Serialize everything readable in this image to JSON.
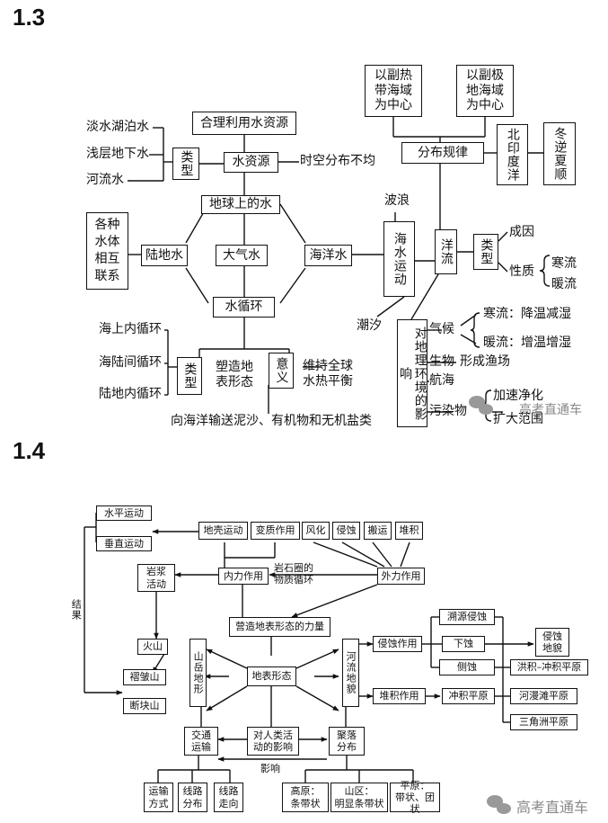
{
  "section_13": "1.3",
  "d13": {
    "heli_liyong": "合理利用水资源",
    "danshui": "淡水湖泊水",
    "qiancen": "浅层地下水",
    "heliu_shui": "河流水",
    "leixing": "类型",
    "shuiziyuan": "水资源",
    "shikong": "时空分布不均",
    "diqiu_shui": "地球上的水",
    "gezhong": "各种\n水体\n相互\n联系",
    "ludishui": "陆地水",
    "daqishui": "大气水",
    "haiyangshui": "海洋水",
    "shuixunhuan": "水循环",
    "haishang": "海上内循环",
    "hailu": "海陆间循环",
    "ludinei": "陆地内循环",
    "leixing2": "类型",
    "suzao": "塑造地\n表形态",
    "yiyi": "意义",
    "weichi": "维持全球\n水热平衡",
    "xiang_haiyang": "向海洋输送泥沙、有机物和无机盐类",
    "fubure": "以副热\n带海域\n为中心",
    "fuji": "以副极\n地海域\n为中心",
    "fenbu": "分布规律",
    "beiyin": "北印度洋",
    "dongni": "冬逆夏顺",
    "bolang": "波浪",
    "haishui_yundong": "海水运动",
    "yangliu": "洋流",
    "chaoxi": "潮汐",
    "leixing3": "类型",
    "chengyin": "成因",
    "xingzhi": "性质",
    "hanliu": "寒流",
    "nuanliu": "暖流",
    "yingxiang": "对地理环境的影响",
    "qihou": "气候",
    "hanliu_jw": "寒流：降温减湿",
    "nuanliu_zw": "暖流：增温增湿",
    "shengwu": "生物",
    "xingcheng": "形成渔场",
    "hanghai": "航海",
    "wuranwu": "污染物",
    "jiasu": "加速净化",
    "kuoda": "扩大范围"
  },
  "section_14": "1.4",
  "d14": {
    "shuiping": "水平运动",
    "chuizhi": "垂直运动",
    "diqiao": "地壳运动",
    "bianzhi": "变质作用",
    "fenghua": "风化",
    "qinshi": "侵蚀",
    "banyun": "搬运",
    "duiji": "堆积",
    "yanjiang": "岩浆\n活动",
    "neili": "内力作用",
    "yanshiquan": "岩石圈的\n物质循环",
    "waili": "外力作用",
    "jieguo": "结果",
    "huoshan": "火山",
    "yingzao": "营造地表形态的力量",
    "suyuan": "溯源侵蚀",
    "xiashi": "下蚀",
    "ceshi": "侧蚀",
    "qinshi_dimao": "侵蚀\n地貌",
    "qinshi_zuoyong": "侵蚀作用",
    "shanyue": "山岳地形",
    "heliu_dimao": "河流地貌",
    "zhezhou": "褶皱山",
    "duankuai": "断块山",
    "dibiao": "地表形态",
    "duiji_zuoyong": "堆积作用",
    "chongji": "冲积平原",
    "hongji": "洪积–冲积平原",
    "heman": "河漫滩平原",
    "sanjiaozhou": "三角洲平原",
    "jiaotong": "交通\n运输",
    "duirenlei": "对人类活\n动的影响",
    "juluo": "聚落\n分布",
    "yingxiang_label": "影响",
    "yunshu": "运输\n方式",
    "xianlu_fb": "线路\n分布",
    "xianlu_zx": "线路\n走向",
    "gaoyuan": "高原：\n条带状",
    "shanqu": "山区：\n明显条带状",
    "pingyuan": "平原：\n带状、团状"
  },
  "watermark": "高考直通车",
  "watermark_logo": "wechat-logo"
}
